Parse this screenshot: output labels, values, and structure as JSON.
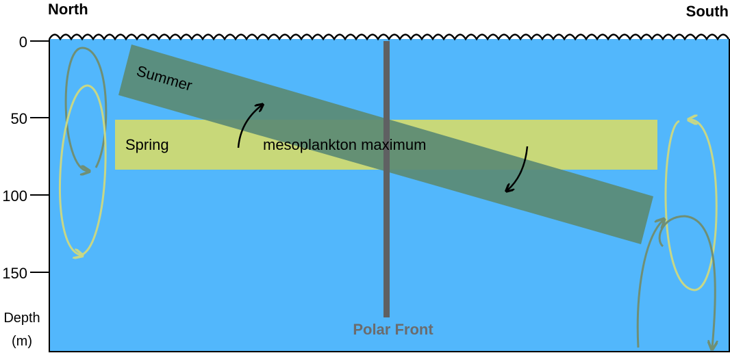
{
  "labels": {
    "north": "North",
    "south": "South",
    "summer": "Summer",
    "spring": "Spring",
    "maximum": "mesoplankton maximum",
    "polar_front": "Polar Front",
    "depth_axis_title_line1": "Depth",
    "depth_axis_title_line2": "(m)"
  },
  "depth_ticks": [
    "0",
    "50",
    "100",
    "150"
  ],
  "colors": {
    "water": "#52b7fc",
    "summer_band": "#5b8a74",
    "spring_band": "#c8d879",
    "polar_front_line": "#5f6062",
    "polar_front_text": "#6b6c6e",
    "circulation_green": "#6f8f75",
    "circulation_yellow": "#c7d786",
    "arrow_black": "#000000"
  }
}
